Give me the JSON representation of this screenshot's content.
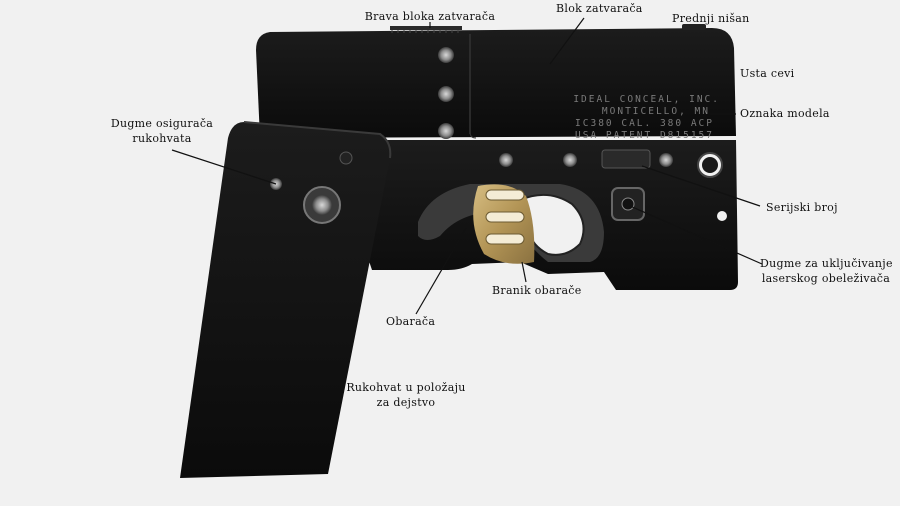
{
  "labels": {
    "slide_serrations": "Brava bloka zatvarača",
    "slide": "Blok zatvarača",
    "front_sight": "Prednji nišan",
    "muzzle": "Usta cevi",
    "model_marking": "Oznaka modela",
    "grip_safety_line1": "Dugme osigurača",
    "grip_safety_line2": "rukohvata",
    "serial_number": "Serijski broj",
    "laser_button_line1": "Dugme za uključivanje",
    "laser_button_line2": "laserskog obeleživača",
    "trigger_guard": "Branik obarače",
    "trigger": "Obarača",
    "grip_line1": "Rukohvat u položaju",
    "grip_line2": "za dejstvo"
  },
  "engraving": {
    "line1": "IDEAL CONCEAL, INC.",
    "line2": "MONTICELLO, MN",
    "line3": "IC380 CAL. 380 ACP",
    "line4": "USA PATENT D815157"
  },
  "colors": {
    "background": "#f1f1f1",
    "body": "#111111",
    "trigger": "#b79a5c",
    "leader_line": "#111111"
  }
}
